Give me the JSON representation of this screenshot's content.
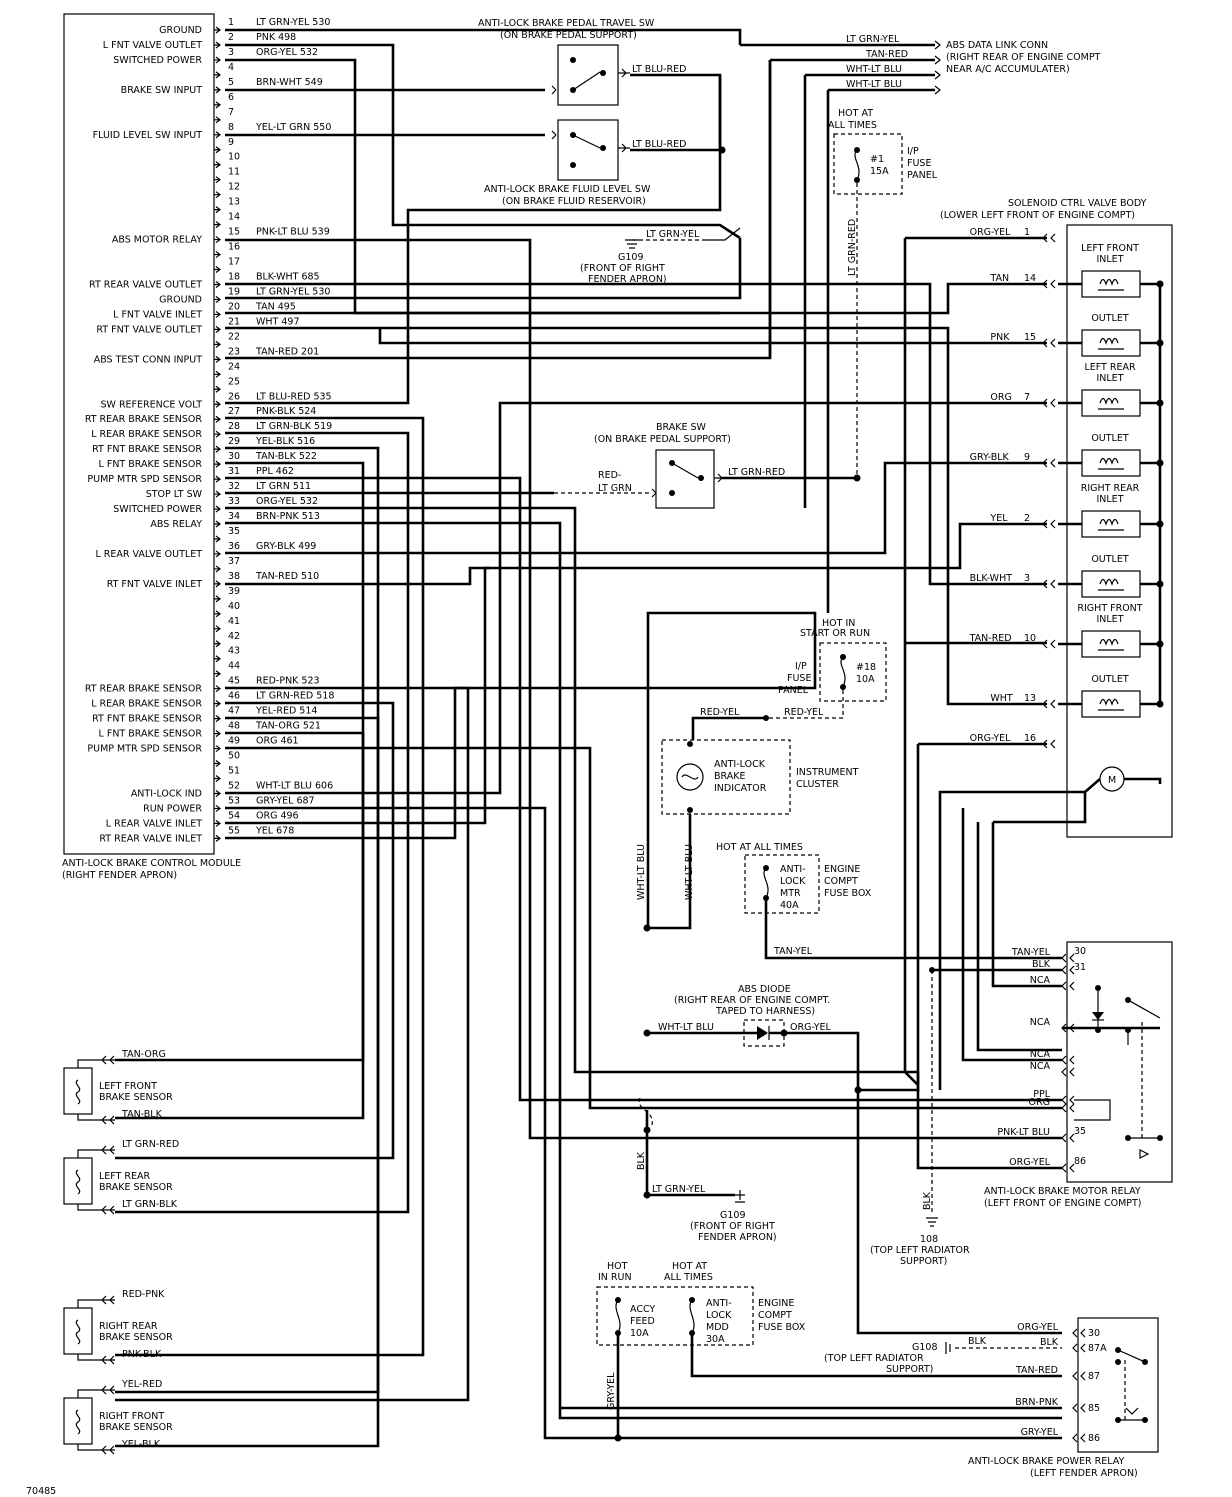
{
  "module": {
    "name": "ANTI-LOCK BRAKE CONTROL MODULE",
    "location": "(RIGHT FENDER APRON)",
    "pins": [
      {
        "n": "1",
        "func": "GROUND",
        "wire": "LT GRN-YEL 530"
      },
      {
        "n": "2",
        "func": "L FNT VALVE OUTLET",
        "wire": "PNK 498"
      },
      {
        "n": "3",
        "func": "SWITCHED POWER",
        "wire": "ORG-YEL 532"
      },
      {
        "n": "4",
        "func": "",
        "wire": ""
      },
      {
        "n": "5",
        "func": "BRAKE SW INPUT",
        "wire": "BRN-WHT 549"
      },
      {
        "n": "6",
        "func": "",
        "wire": ""
      },
      {
        "n": "7",
        "func": "",
        "wire": ""
      },
      {
        "n": "8",
        "func": "FLUID LEVEL SW INPUT",
        "wire": "YEL-LT GRN 550"
      },
      {
        "n": "9",
        "func": "",
        "wire": ""
      },
      {
        "n": "10",
        "func": "",
        "wire": ""
      },
      {
        "n": "11",
        "func": "",
        "wire": ""
      },
      {
        "n": "12",
        "func": "",
        "wire": ""
      },
      {
        "n": "13",
        "func": "",
        "wire": ""
      },
      {
        "n": "14",
        "func": "",
        "wire": ""
      },
      {
        "n": "15",
        "func": "ABS MOTOR RELAY",
        "wire": "PNK-LT BLU 539"
      },
      {
        "n": "16",
        "func": "",
        "wire": ""
      },
      {
        "n": "17",
        "func": "",
        "wire": ""
      },
      {
        "n": "18",
        "func": "RT REAR VALVE OUTLET",
        "wire": "BLK-WHT 685"
      },
      {
        "n": "19",
        "func": "GROUND",
        "wire": "LT GRN-YEL 530"
      },
      {
        "n": "20",
        "func": "L FNT VALVE INLET",
        "wire": "TAN 495"
      },
      {
        "n": "21",
        "func": "RT FNT VALVE OUTLET",
        "wire": "WHT 497"
      },
      {
        "n": "22",
        "func": "",
        "wire": ""
      },
      {
        "n": "23",
        "func": "ABS TEST CONN INPUT",
        "wire": "TAN-RED 201"
      },
      {
        "n": "24",
        "func": "",
        "wire": ""
      },
      {
        "n": "25",
        "func": "",
        "wire": ""
      },
      {
        "n": "26",
        "func": "SW REFERENCE VOLT",
        "wire": "LT BLU-RED 535"
      },
      {
        "n": "27",
        "func": "RT REAR BRAKE SENSOR",
        "wire": "PNK-BLK 524"
      },
      {
        "n": "28",
        "func": "L REAR BRAKE SENSOR",
        "wire": "LT GRN-BLK 519"
      },
      {
        "n": "29",
        "func": "RT FNT BRAKE SENSOR",
        "wire": "YEL-BLK 516"
      },
      {
        "n": "30",
        "func": "L FNT BRAKE SENSOR",
        "wire": "TAN-BLK 522"
      },
      {
        "n": "31",
        "func": "PUMP MTR SPD SENSOR",
        "wire": "PPL 462"
      },
      {
        "n": "32",
        "func": "STOP LT SW",
        "wire": "LT GRN 511"
      },
      {
        "n": "33",
        "func": "SWITCHED POWER",
        "wire": "ORG-YEL 532"
      },
      {
        "n": "34",
        "func": "ABS RELAY",
        "wire": "BRN-PNK 513"
      },
      {
        "n": "35",
        "func": "",
        "wire": ""
      },
      {
        "n": "36",
        "func": "L REAR VALVE OUTLET",
        "wire": "GRY-BLK 499"
      },
      {
        "n": "37",
        "func": "",
        "wire": ""
      },
      {
        "n": "38",
        "func": "RT FNT VALVE INLET",
        "wire": "TAN-RED 510"
      },
      {
        "n": "39",
        "func": "",
        "wire": ""
      },
      {
        "n": "40",
        "func": "",
        "wire": ""
      },
      {
        "n": "41",
        "func": "",
        "wire": ""
      },
      {
        "n": "42",
        "func": "",
        "wire": ""
      },
      {
        "n": "43",
        "func": "",
        "wire": ""
      },
      {
        "n": "44",
        "func": "",
        "wire": ""
      },
      {
        "n": "45",
        "func": "RT REAR BRAKE SENSOR",
        "wire": "RED-PNK 523"
      },
      {
        "n": "46",
        "func": "L REAR BRAKE SENSOR",
        "wire": "LT GRN-RED 518"
      },
      {
        "n": "47",
        "func": "RT FNT BRAKE SENSOR",
        "wire": "YEL-RED 514"
      },
      {
        "n": "48",
        "func": "L FNT BRAKE SENSOR",
        "wire": "TAN-ORG 521"
      },
      {
        "n": "49",
        "func": "PUMP MTR SPD SENSOR",
        "wire": "ORG 461"
      },
      {
        "n": "50",
        "func": "",
        "wire": ""
      },
      {
        "n": "51",
        "func": "",
        "wire": ""
      },
      {
        "n": "52",
        "func": "ANTI-LOCK IND",
        "wire": "WHT-LT BLU 606"
      },
      {
        "n": "53",
        "func": "RUN POWER",
        "wire": "GRY-YEL 687"
      },
      {
        "n": "54",
        "func": "L REAR VALVE INLET",
        "wire": "ORG 496"
      },
      {
        "n": "55",
        "func": "RT REAR VALVE INLET",
        "wire": "YEL 678"
      }
    ]
  },
  "pedal_sw": {
    "title": "ANTI-LOCK BRAKE PEDAL TRAVEL SW",
    "loc": "(ON BRAKE PEDAL SUPPORT)",
    "wire": "LT BLU-RED"
  },
  "fluid_sw": {
    "title": "ANTI-LOCK BRAKE FLUID LEVEL SW",
    "loc": "(ON BRAKE FLUID RESERVOIR)",
    "wire": "LT BLU-RED"
  },
  "data_link": {
    "wires": [
      "LT GRN-YEL",
      "TAN-RED",
      "WHT-LT BLU",
      "WHT-LT BLU"
    ],
    "lines": [
      "ABS DATA LINK CONN",
      "(RIGHT REAR OF ENGINE COMPT",
      "NEAR A/C ACCUMULATER)"
    ]
  },
  "fuse1": {
    "hot": [
      "HOT AT",
      "ALL TIMES"
    ],
    "label": [
      "#1",
      "15A"
    ],
    "panel": [
      "I/P",
      "FUSE",
      "PANEL"
    ],
    "wire": "LT GRN-RED"
  },
  "g109_top": {
    "wire": "LT GRN-YEL",
    "lines": [
      "G109",
      "(FRONT OF RIGHT",
      "FENDER APRON)"
    ]
  },
  "brake_sw": {
    "lines": [
      "BRAKE SW",
      "(ON BRAKE PEDAL SUPPORT)"
    ],
    "out": "LT GRN-RED",
    "in_top": "RED-",
    "in_bot": "LT GRN"
  },
  "valve_body": {
    "lines": [
      "SOLENOID CTRL VALVE BODY",
      "(LOWER LEFT FRONT OF ENGINE COMPT)"
    ],
    "wires": [
      {
        "wire": "ORG-YEL",
        "pin": "1"
      },
      {
        "wire": "TAN",
        "pin": "14"
      },
      {
        "wire": "PNK",
        "pin": "15"
      },
      {
        "wire": "ORG",
        "pin": "7"
      },
      {
        "wire": "GRY-BLK",
        "pin": "9"
      },
      {
        "wire": "YEL",
        "pin": "2"
      },
      {
        "wire": "BLK-WHT",
        "pin": "3"
      },
      {
        "wire": "TAN-RED",
        "pin": "10"
      },
      {
        "wire": "WHT",
        "pin": "13"
      },
      {
        "wire": "ORG-YEL",
        "pin": "16"
      }
    ],
    "valves": [
      [
        "LEFT FRONT",
        "INLET"
      ],
      [
        "OUTLET"
      ],
      [
        "LEFT REAR",
        "INLET"
      ],
      [
        "OUTLET"
      ],
      [
        "RIGHT REAR",
        "INLET"
      ],
      [
        "OUTLET"
      ],
      [
        "RIGHT FRONT",
        "INLET"
      ],
      [
        "OUTLET"
      ]
    ],
    "motor": "M"
  },
  "fuse18": {
    "hot": [
      "HOT IN",
      "START OR RUN"
    ],
    "label": [
      "#18",
      "10A"
    ],
    "panel": [
      "I/P",
      "FUSE",
      "PANEL"
    ],
    "wire_l": "RED-YEL",
    "wire_r": "RED-YEL"
  },
  "indicator": {
    "lines": [
      "ANTI-LOCK",
      "BRAKE",
      "INDICATOR"
    ],
    "cluster": [
      "INSTRUMENT",
      "CLUSTER"
    ],
    "wire_a": "WHT-LT BLU",
    "wire_b": "WHT-LT BLU"
  },
  "fuse40": {
    "hot": "HOT AT ALL TIMES",
    "label": [
      "ANTI-",
      "LOCK",
      "MTR",
      "40A"
    ],
    "box": [
      "ENGINE",
      "COMPT",
      "FUSE BOX"
    ],
    "wire": "TAN-YEL"
  },
  "diode": {
    "lines": [
      "ABS DIODE",
      "(RIGHT REAR OF ENGINE COMPT.",
      "TAPED TO HARNESS)"
    ],
    "wire_l": "WHT-LT BLU",
    "wire_r": "ORG-YEL"
  },
  "motor_relay": {
    "lines": [
      "ANTI-LOCK BRAKE MOTOR RELAY",
      "(LEFT FRONT OF ENGINE COMPT)"
    ],
    "wires": [
      "TAN-YEL",
      "BLK",
      "NCA",
      "NCA",
      "NCA",
      "NCA",
      "PPL",
      "ORG",
      "PNK-LT BLU",
      "ORG-YEL"
    ],
    "pins": [
      "30",
      "31",
      "35",
      "86"
    ]
  },
  "g108": {
    "lines": [
      "108",
      "(TOP LEFT RADIATOR",
      "SUPPORT)"
    ],
    "wire": "BLK"
  },
  "g109_bot": {
    "wire_v": "BLK",
    "wire": "LT GRN-YEL",
    "lines": [
      "G109",
      "(FRONT OF RIGHT",
      "FENDER APRON)"
    ]
  },
  "sensors": [
    {
      "top": "TAN-ORG",
      "label": [
        "LEFT FRONT",
        "BRAKE SENSOR"
      ],
      "bot": "TAN-BLK"
    },
    {
      "top": "LT GRN-RED",
      "label": [
        "LEFT REAR",
        "BRAKE SENSOR"
      ],
      "bot": "LT GRN-BLK"
    },
    {
      "top": "RED-PNK",
      "label": [
        "RIGHT REAR",
        "BRAKE SENSOR"
      ],
      "bot": "PNK-BLK"
    },
    {
      "top": "YEL-RED",
      "label": [
        "RIGHT FRONT",
        "BRAKE SENSOR"
      ],
      "bot": "YEL-BLK"
    }
  ],
  "fusebox2": {
    "hot_run": [
      "HOT",
      "IN RUN"
    ],
    "hot_all": [
      "HOT AT",
      "ALL TIMES"
    ],
    "f1": [
      "ACCY",
      "FEED",
      "10A"
    ],
    "f2": [
      "ANTI-",
      "LOCK",
      "MDD",
      "30A"
    ],
    "box": [
      "ENGINE",
      "COMPT",
      "FUSE BOX"
    ],
    "wire": "GRY-YEL"
  },
  "power_relay": {
    "lines": [
      "ANTI-LOCK BRAKE POWER RELAY",
      "(LEFT FENDER APRON)"
    ],
    "wires": [
      "ORG-YEL",
      "BLK",
      "TAN-RED",
      "BRN-PNK",
      "GRY-YEL"
    ],
    "pins": [
      "30",
      "87A",
      "87",
      "85",
      "86"
    ],
    "g108": [
      "G108",
      "(TOP LEFT RADIATOR",
      "SUPPORT)"
    ],
    "g108_wire": "BLK"
  },
  "footer": "70485"
}
